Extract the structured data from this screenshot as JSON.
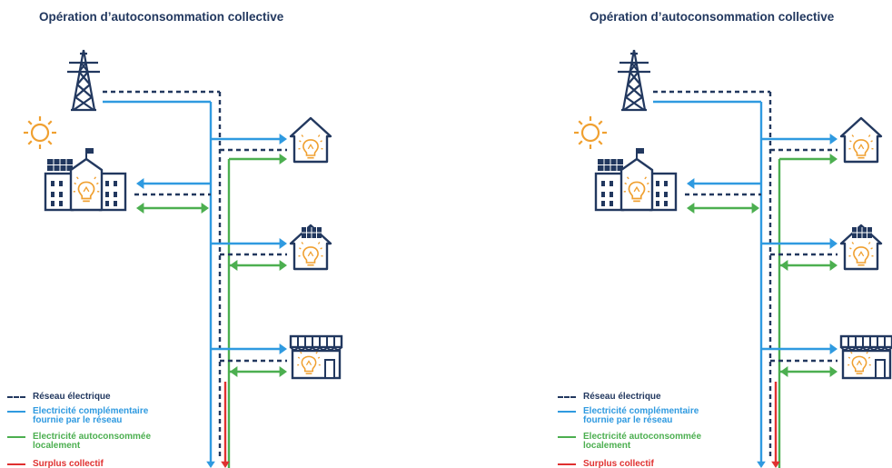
{
  "panels": [
    {
      "title": "Opération d’autoconsommation collective",
      "legend": [
        {
          "label_lines": [
            "Réseau électrique"
          ],
          "color": "#22385f",
          "style": "dashed"
        },
        {
          "label_lines": [
            "Electricité complémentaire",
            "fournie par le réseau"
          ],
          "color": "#2f9ae0",
          "style": "solid"
        },
        {
          "label_lines": [
            "Electricité autoconsommée",
            "localement"
          ],
          "color": "#4caf50",
          "style": "solid"
        },
        {
          "label_lines": [
            "Surplus collectif"
          ],
          "color": "#e03030",
          "style": "solid"
        }
      ]
    },
    {
      "title": "Opération d’autoconsommation collective",
      "legend": [
        {
          "label_lines": [
            "Réseau électrique"
          ],
          "color": "#22385f",
          "style": "dashed"
        },
        {
          "label_lines": [
            "Electricité complémentaire",
            "fournie par le réseau"
          ],
          "color": "#2f9ae0",
          "style": "solid"
        },
        {
          "label_lines": [
            "Electricité autoconsommée",
            "localement"
          ],
          "color": "#4caf50",
          "style": "solid"
        },
        {
          "label_lines": [
            "Surplus collectif"
          ],
          "color": "#e03030",
          "style": "solid"
        }
      ]
    }
  ],
  "colors": {
    "navy": "#22385f",
    "blue": "#2f9ae0",
    "green": "#4caf50",
    "red": "#e03030",
    "orange": "#f0a030"
  },
  "icons": [
    "pylon-icon",
    "sun-icon",
    "school-with-solar-icon",
    "house-icon",
    "house-with-solar-icon",
    "shop-icon",
    "lightbulb-icon"
  ]
}
